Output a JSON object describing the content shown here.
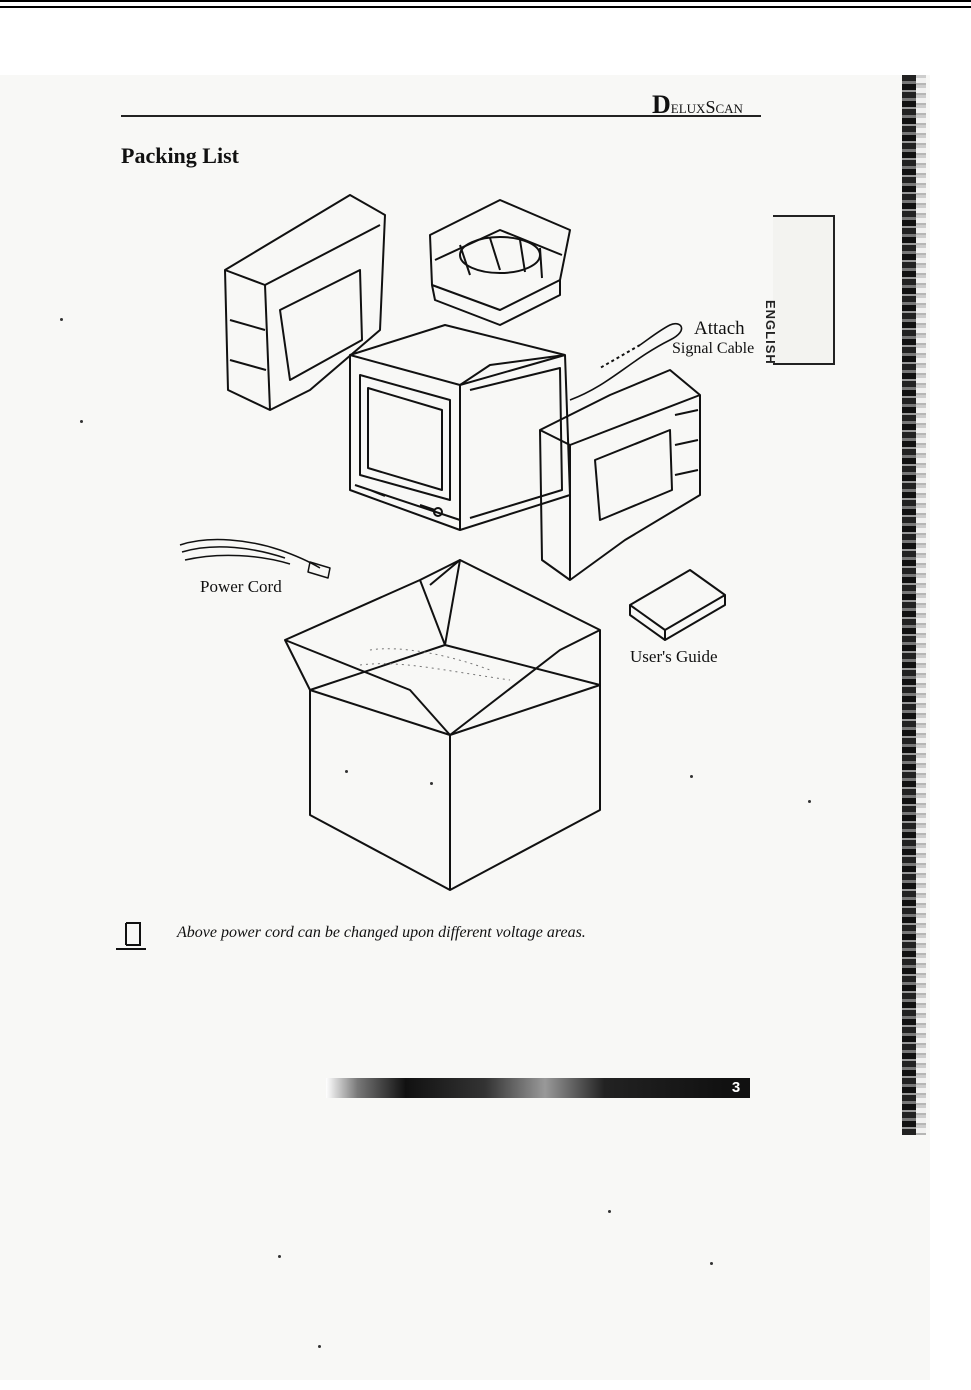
{
  "header": {
    "brand_initial": "D",
    "brand_rest": "eluxScan",
    "title": "Packing List"
  },
  "side_tab": {
    "label": "ENGLISH"
  },
  "illustration": {
    "labels": {
      "attach": "Attach",
      "signal_cable": "Signal Cable",
      "power_cord": "Power Cord",
      "users_guide": "User's Guide"
    }
  },
  "note": {
    "text": "Above power cord can be changed upon different voltage areas."
  },
  "footer": {
    "page_number": "3"
  },
  "colors": {
    "ink": "#111111",
    "paper": "#f8f8f6"
  }
}
